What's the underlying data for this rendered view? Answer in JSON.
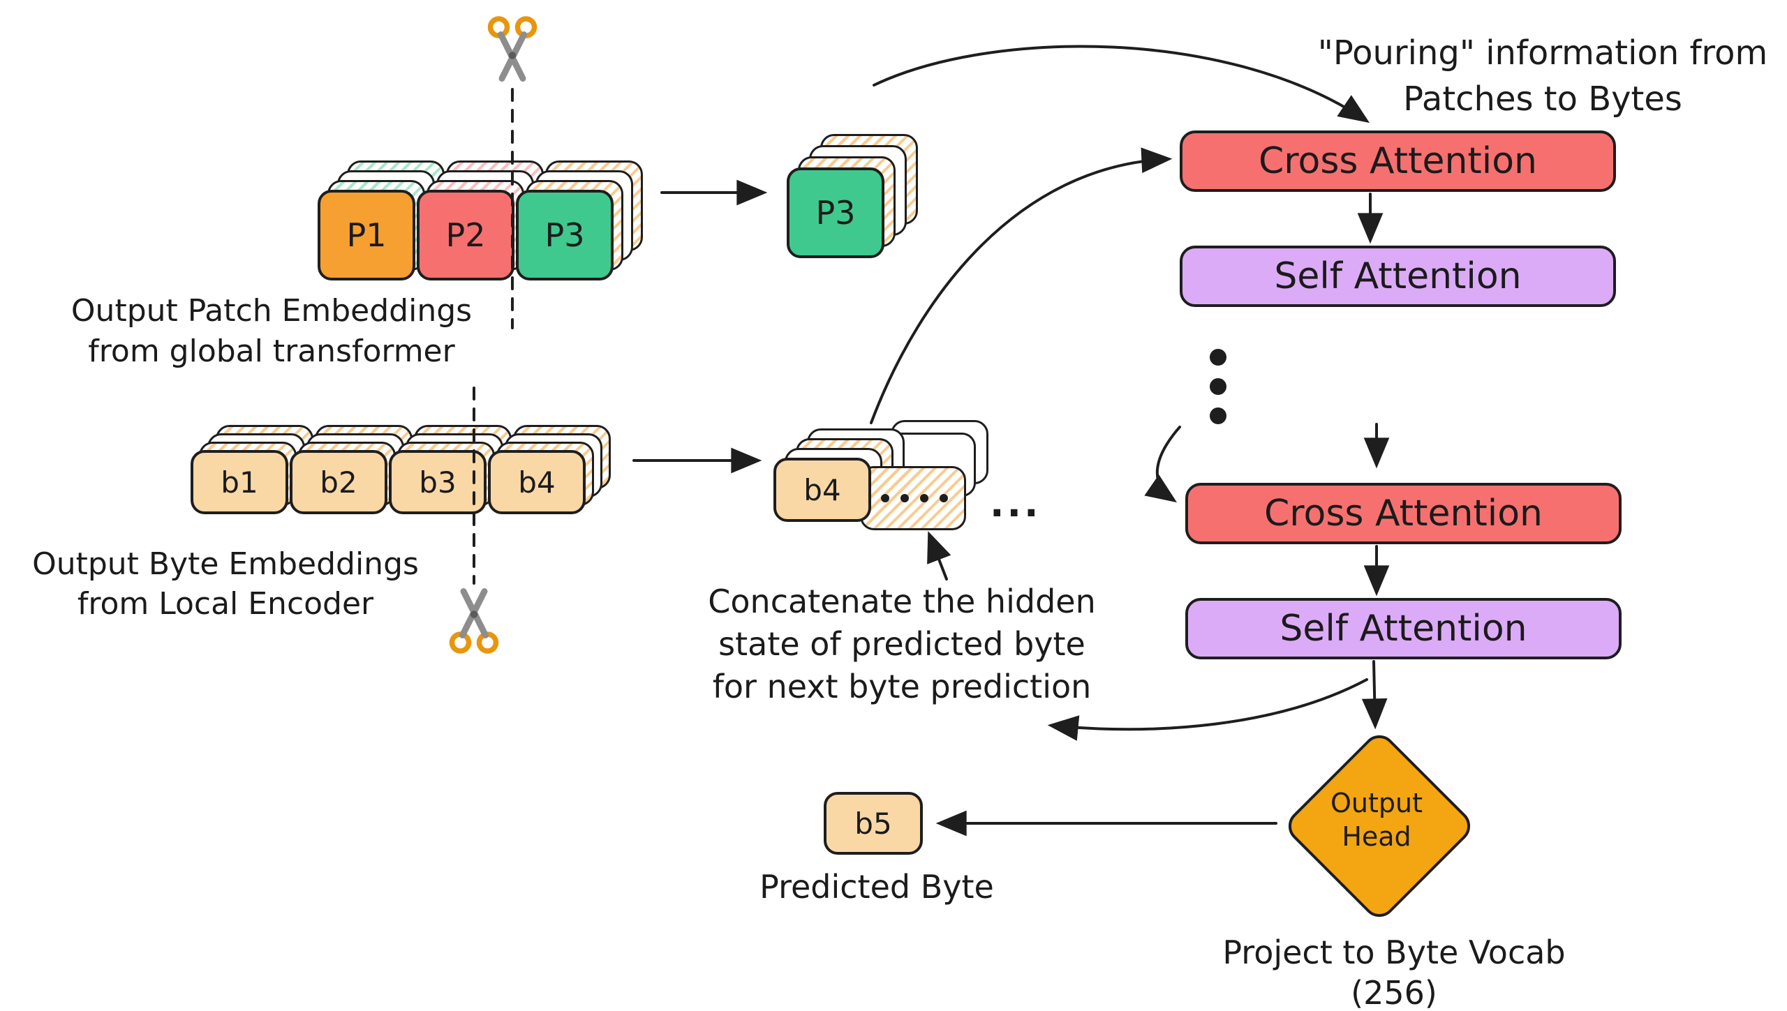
{
  "diagram": {
    "patch_section": {
      "cards": [
        {
          "label": "P1"
        },
        {
          "label": "P2"
        },
        {
          "label": "P3"
        }
      ],
      "selected_card": "P3",
      "caption_line1": "Output Patch Embeddings",
      "caption_line2": "from global transformer"
    },
    "byte_section": {
      "cards": [
        {
          "label": "b1"
        },
        {
          "label": "b2"
        },
        {
          "label": "b3"
        },
        {
          "label": "b4"
        }
      ],
      "selected_card": "b4",
      "ellipsis": "...",
      "caption_line1": "Output Byte Embeddings",
      "caption_line2": "from Local Encoder"
    },
    "pouring_note_line1": "\"Pouring\" information from",
    "pouring_note_line2": "Patches to Bytes",
    "blocks": {
      "cross_attention_1": "Cross Attention",
      "self_attention_1": "Self Attention",
      "cross_attention_2": "Cross Attention",
      "self_attention_2": "Self Attention"
    },
    "concat_note_line1": "Concatenate the hidden",
    "concat_note_line2": "state of predicted byte",
    "concat_note_line3": "for next byte prediction",
    "output_head_line1": "Output",
    "output_head_line2": "Head",
    "project_note_line1": "Project to Byte Vocab",
    "project_note_line2": "(256)",
    "predicted_byte": {
      "label": "b5",
      "caption": "Predicted Byte"
    },
    "colors": {
      "card_orange": "#f5a031",
      "card_red": "#f77070",
      "card_green": "#3fc98e",
      "card_tan": "#f9d8a6",
      "block_red": "#f77070",
      "block_purple": "#dcabf7",
      "diamond_amber": "#f3a512",
      "stroke": "#1e1e1e"
    }
  }
}
